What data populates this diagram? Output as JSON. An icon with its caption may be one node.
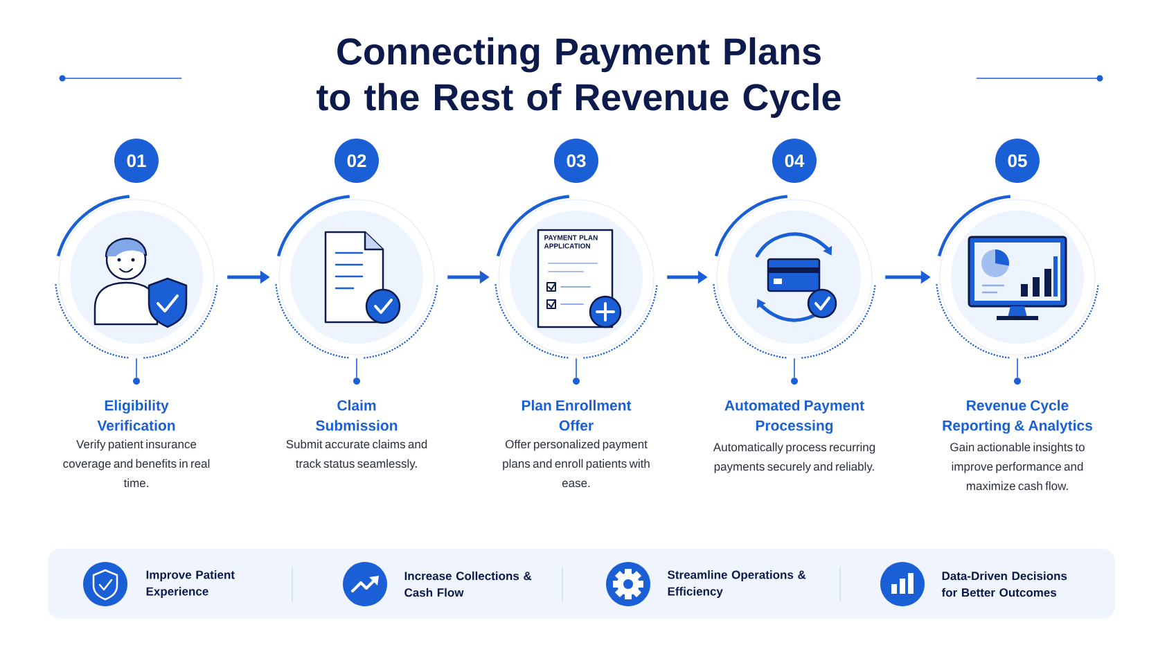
{
  "diagram": {
    "title": "Connecting Payment Plans to the Rest of Revenue Cycle",
    "nodes": [
      {
        "text": [
          "01"
        ]
      },
      {
        "text": [],
        "shape": "circle"
      },
      {
        "text": [],
        "shape": "circle"
      },
      {
        "text": [
          "Eligibility Verification",
          "Verify patient insurance coverage and benefits in real time."
        ]
      },
      {
        "text": [
          "02"
        ]
      },
      {
        "text": [],
        "shape": "circle"
      },
      {
        "text": [],
        "shape": "circle"
      },
      {
        "text": [
          "Claim Submission",
          "Submit accurate claims and track status seamlessly."
        ]
      },
      {
        "text": [
          "03"
        ]
      },
      {
        "text": [],
        "shape": "circle"
      },
      {
        "text": [],
        "shape": "circle"
      },
      {
        "text": [
          "Plan Enrollment Offer",
          "Offer personalized payment plans and enroll patients with ease."
        ]
      },
      {
        "text": [
          "04"
        ]
      },
      {
        "text": [],
        "shape": "circle"
      },
      {
        "text": [],
        "shape": "circle"
      },
      {
        "text": [
          "Automated Payment Processing",
          "Automatically process recurring payments securely and reliably."
        ]
      },
      {
        "text": [
          "05"
        ]
      },
      {
        "text": [],
        "shape": "circle"
      },
      {
        "text": [],
        "shape": "circle"
      },
      {
        "text": [
          "Revenue Cycle Reporting & Analytics",
          "Gain actionable insights to improve performance and maximize cash flow."
        ]
      }
    ],
    "edges": [
      {
        "from": 1,
        "to": 2,
        "arrow": "none"
      },
      {
        "from": 1,
        "to": 5,
        "arrow": "to",
        "style": "thick"
      },
      {
        "from": 5,
        "to": 6,
        "arrow": "none"
      },
      {
        "from": 5,
        "to": 9,
        "arrow": "to",
        "style": "thick"
      },
      {
        "from": 9,
        "to": 10,
        "arrow": "none"
      },
      {
        "from": 9,
        "to": 13,
        "arrow": "to",
        "style": "thick"
      },
      {
        "from": 13,
        "to": 14,
        "arrow": "none"
      },
      {
        "from": 13,
        "to": 17,
        "arrow": "to",
        "style": "thick"
      },
      {
        "from": 17,
        "to": 18,
        "arrow": "none"
      }
    ],
    "labels": [
      "PAYMENT PLAN APPLICATION",
      "Improve Patient Experience",
      "Increase Collections & Cash Flow",
      "Streamline Operations & Efficiency",
      "Data-Driven Decisions for Better Outcomes"
    ]
  }
}
